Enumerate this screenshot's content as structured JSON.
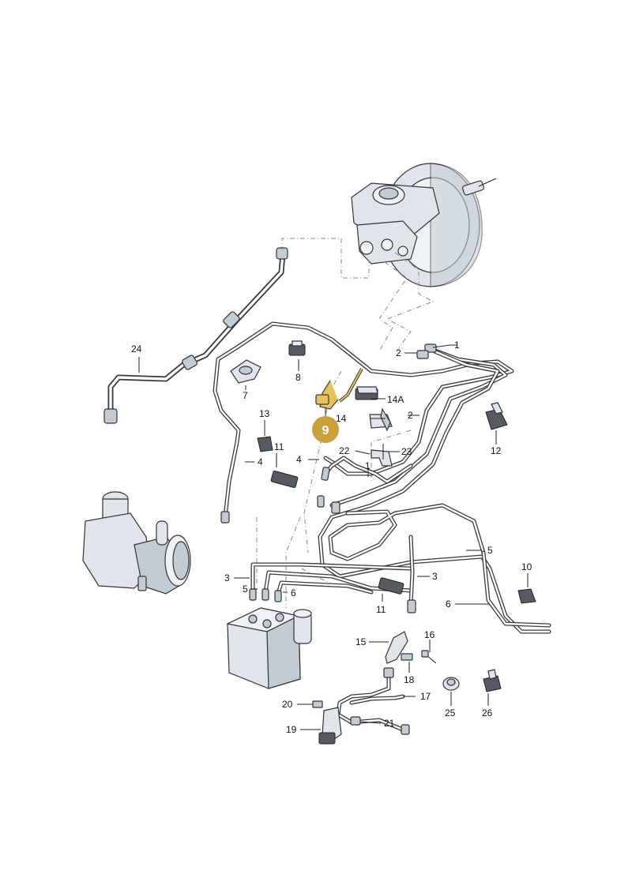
{
  "diagram": {
    "highlight_color": "#c8a13a",
    "highlight_text_color": "#ffffff",
    "highlight_label": "9",
    "labels": [
      {
        "id": "label-1-top",
        "text": "1"
      },
      {
        "id": "label-2-top",
        "text": "2"
      },
      {
        "id": "label-2-right",
        "text": "2"
      },
      {
        "id": "label-24",
        "text": "24"
      },
      {
        "id": "label-7",
        "text": "7"
      },
      {
        "id": "label-8",
        "text": "8"
      },
      {
        "id": "label-14a",
        "text": "14A"
      },
      {
        "id": "label-14",
        "text": "14"
      },
      {
        "id": "label-12",
        "text": "12"
      },
      {
        "id": "label-13",
        "text": "13"
      },
      {
        "id": "label-11-upper",
        "text": "11"
      },
      {
        "id": "label-4-left",
        "text": "4"
      },
      {
        "id": "label-4-mid",
        "text": "4"
      },
      {
        "id": "label-22",
        "text": "22"
      },
      {
        "id": "label-23",
        "text": "23"
      },
      {
        "id": "label-1-mid",
        "text": "1"
      },
      {
        "id": "label-5-right",
        "text": "5"
      },
      {
        "id": "label-10",
        "text": "10"
      },
      {
        "id": "label-3-left",
        "text": "3"
      },
      {
        "id": "label-5-left",
        "text": "5"
      },
      {
        "id": "label-6-left",
        "text": "6"
      },
      {
        "id": "label-3-right",
        "text": "3"
      },
      {
        "id": "label-11-lower",
        "text": "11"
      },
      {
        "id": "label-6-right",
        "text": "6"
      },
      {
        "id": "label-15",
        "text": "15"
      },
      {
        "id": "label-16",
        "text": "16"
      },
      {
        "id": "label-18",
        "text": "18"
      },
      {
        "id": "label-17",
        "text": "17"
      },
      {
        "id": "label-20",
        "text": "20"
      },
      {
        "id": "label-21",
        "text": "21"
      },
      {
        "id": "label-19",
        "text": "19"
      },
      {
        "id": "label-25",
        "text": "25"
      },
      {
        "id": "label-26",
        "text": "26"
      }
    ]
  }
}
